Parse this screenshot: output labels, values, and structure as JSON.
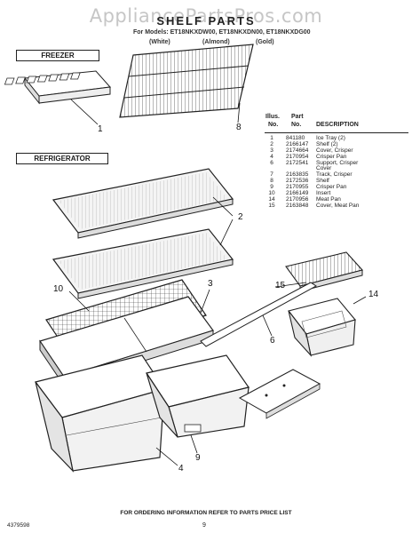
{
  "watermark": "AppliancePartsPros.com",
  "title": "SHELF PARTS",
  "models_line": "For Models: ET18NKXDW00, ET18NKXDN00, ET18NKXDG00",
  "colors": [
    "(White)",
    "(Almond)",
    "(Gold)"
  ],
  "sections": {
    "freezer": "FREEZER",
    "refrigerator": "REFRIGERATOR"
  },
  "callouts": {
    "c1": "1",
    "c8": "8",
    "c2": "2",
    "c10": "10",
    "c3": "3",
    "c15": "15",
    "c14": "14",
    "c6": "6",
    "c4": "4",
    "c9": "9"
  },
  "table": {
    "headers": {
      "illus": "Illus.",
      "illus_no": "No.",
      "part": "Part",
      "part_no": "No.",
      "description": "DESCRIPTION"
    },
    "rows": [
      {
        "no": "1",
        "part": "841180",
        "desc": "Ice Tray (2)"
      },
      {
        "no": "2",
        "part": "2166147",
        "desc": "Shelf (2)"
      },
      {
        "no": "3",
        "part": "2174664",
        "desc": "Cover, Crisper"
      },
      {
        "no": "4",
        "part": "2170954",
        "desc": "Crisper Pan"
      },
      {
        "no": "6",
        "part": "2172541",
        "desc": "Support, Crisper"
      },
      {
        "no": "",
        "part": "",
        "desc": "Cover"
      },
      {
        "no": "7",
        "part": "2163835",
        "desc": "Track, Crisper"
      },
      {
        "no": "8",
        "part": "2172536",
        "desc": "Shelf"
      },
      {
        "no": "9",
        "part": "2170955",
        "desc": "Crisper Pan"
      },
      {
        "no": "10",
        "part": "2166149",
        "desc": "Insert"
      },
      {
        "no": "14",
        "part": "2170956",
        "desc": "Meat Pan"
      },
      {
        "no": "15",
        "part": "2163848",
        "desc": "Cover, Meat Pan"
      }
    ]
  },
  "footer_note": "FOR ORDERING INFORMATION REFER TO PARTS PRICE LIST",
  "doc_number": "4379598",
  "page_number": "9"
}
